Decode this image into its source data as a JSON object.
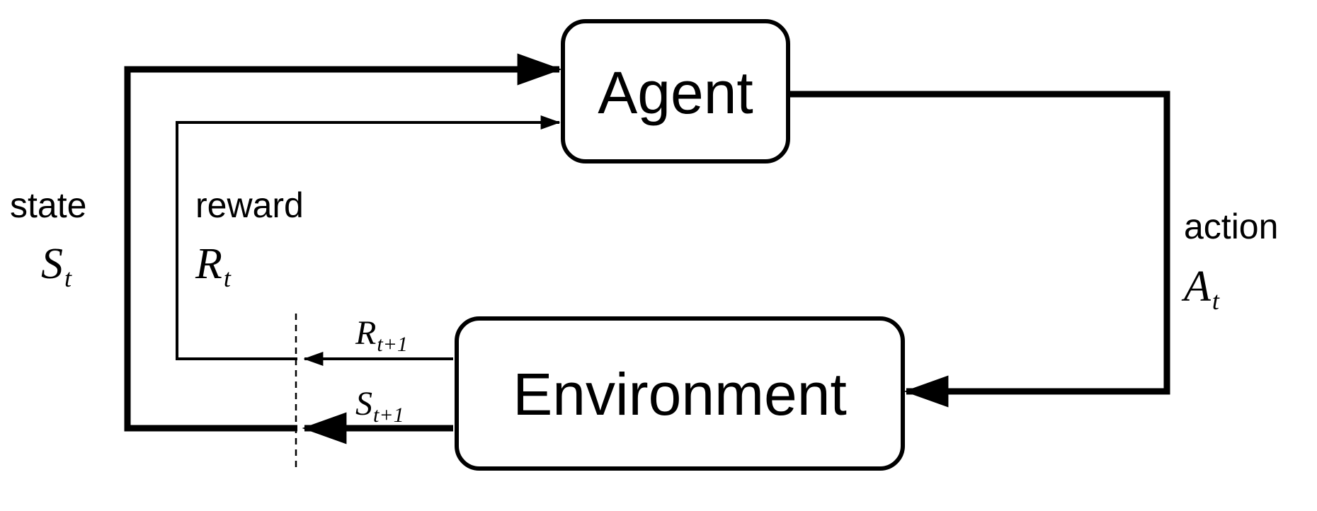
{
  "nodes": {
    "agent": {
      "label": "Agent"
    },
    "environment": {
      "label": "Environment"
    }
  },
  "signals": {
    "state": {
      "word": "state",
      "symbol": "S",
      "subscript": "t"
    },
    "reward": {
      "word": "reward",
      "symbol": "R",
      "subscript": "t"
    },
    "action": {
      "word": "action",
      "symbol": "A",
      "subscript": "t"
    },
    "next_reward": {
      "symbol": "R",
      "subscript": "t+1"
    },
    "next_state": {
      "symbol": "S",
      "subscript": "t+1"
    }
  },
  "colors": {
    "line": "#000000",
    "background": "#ffffff",
    "text": "#000000"
  }
}
